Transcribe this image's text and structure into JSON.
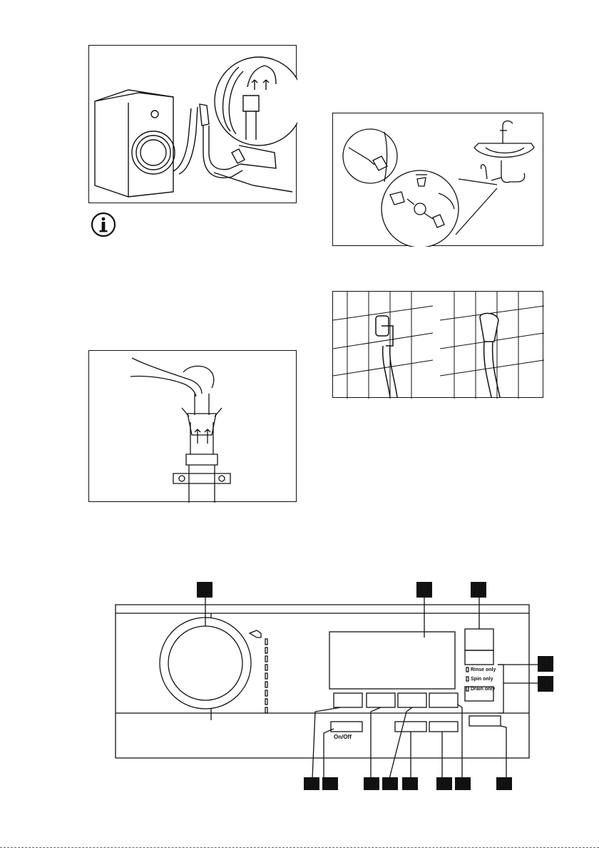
{
  "figures": [
    {
      "id": "drain-hose-standpipe",
      "description_icon": "drain-hose-icon"
    },
    {
      "id": "inlet-filter-tap",
      "description_icon": "water-tap-icon"
    },
    {
      "id": "hose-hook-installation",
      "description_icon": "hose-guide-icon"
    },
    {
      "id": "wall-outlet-connection",
      "description_icon": "wall-outlet-icon"
    }
  ],
  "info_icon": "info-icon",
  "control_panel": {
    "options": {
      "rinse_only": "Rinse only",
      "spin_only": "Spin only",
      "drain_only": "Drain only"
    },
    "on_off_label": "On/Off"
  }
}
